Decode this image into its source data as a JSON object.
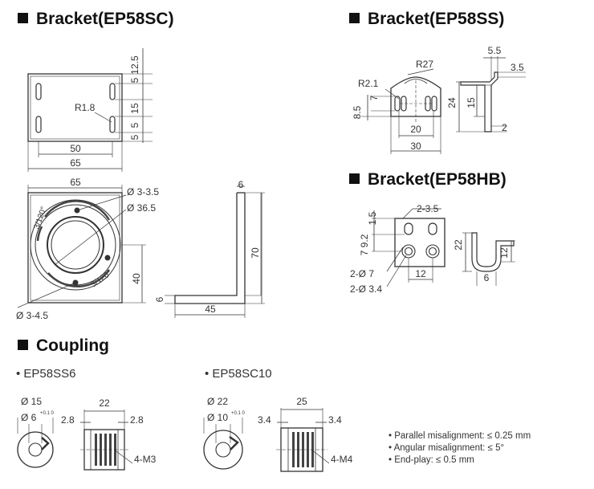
{
  "headings": {
    "ep58sc": "Bracket(EP58SC)",
    "ep58ss": "Bracket(EP58SS)",
    "ep58hb": "Bracket(EP58HB)",
    "coupling": "Coupling"
  },
  "coupling_models": {
    "ss6": "• EP58SS6",
    "sc10": "• EP58SC10"
  },
  "ep58sc": {
    "dims": {
      "d12_5": "12.5",
      "d5a": "5",
      "d15": "15",
      "d5b": "5",
      "d5c": "5",
      "r1_8": "R1.8",
      "d50": "50",
      "d65a": "65",
      "d65b": "65",
      "hole_3": "Ø 3-3.5",
      "circle_36_5": "Ø 36.5",
      "d40": "40",
      "hole_4": "Ø 3-4.5",
      "ang1": "3/120°",
      "ang2": "3/120°",
      "d6a": "6",
      "d6b": "6",
      "d70": "70",
      "d45": "45"
    }
  },
  "ep58ss": {
    "dims": {
      "r27": "R27",
      "r2_1": "R2.1",
      "d7": "7",
      "d8_5": "8.5",
      "d20": "20",
      "d30": "30",
      "d5_5": "5.5",
      "d3_5": "3.5",
      "d24": "24",
      "d15": "15",
      "d2": "2"
    }
  },
  "ep58hb": {
    "dims": {
      "h2_3_5": "2-3.5",
      "d1_5": "1.5",
      "d7_9_2": "7 9.2",
      "h2_7": "2-Ø 7",
      "h2_3_4": "2-Ø 3.4",
      "d12a": "12",
      "d22": "22",
      "d12b": "12",
      "d6": "6"
    }
  },
  "coupling": {
    "ss6": {
      "outer": "Ø 15",
      "bore": "Ø 6",
      "bore_tol": "+0.1 0",
      "length": "22",
      "left": "2.8",
      "right": "2.8",
      "screw": "4-M3"
    },
    "sc10": {
      "outer": "Ø 22",
      "bore": "Ø 10",
      "bore_tol": "+0.1 0",
      "length": "25",
      "left": "3.4",
      "right": "3.4",
      "screw": "4-M4"
    },
    "specs": [
      "• Parallel misalignment: ≤ 0.25 mm",
      "• Angular misalignment: ≤ 5°",
      "• End-play: ≤ 0.5 mm"
    ]
  }
}
